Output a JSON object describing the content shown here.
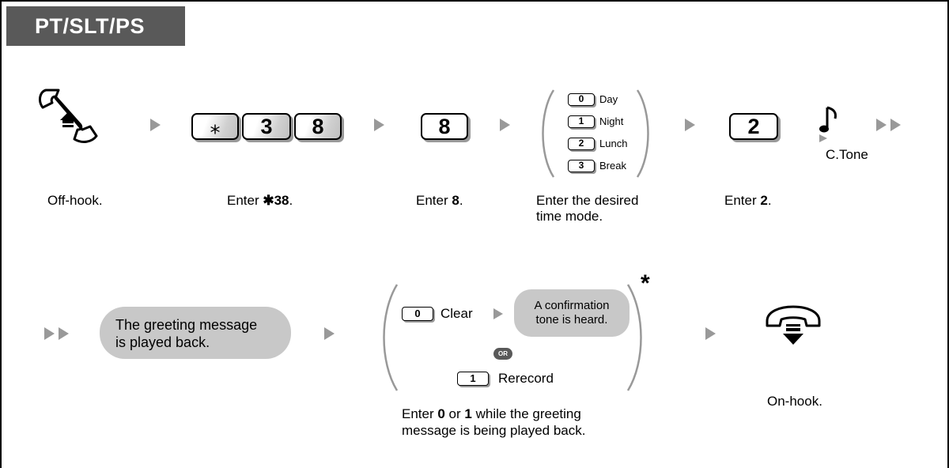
{
  "header": {
    "title": "PT/SLT/PS"
  },
  "row1": {
    "step1": {
      "caption": "Off-hook."
    },
    "step2": {
      "keys": [
        "⁎",
        "3",
        "8"
      ],
      "caption_prefix": "Enter ",
      "caption_bold": "✱38",
      "caption_suffix": "."
    },
    "step3": {
      "key": "8",
      "caption_prefix": "Enter ",
      "caption_bold": "8",
      "caption_suffix": "."
    },
    "step4": {
      "modes": [
        {
          "key": "0",
          "label": "Day"
        },
        {
          "key": "1",
          "label": "Night"
        },
        {
          "key": "2",
          "label": "Lunch"
        },
        {
          "key": "3",
          "label": "Break"
        }
      ],
      "caption_line1": "Enter the desired",
      "caption_line2": "time mode."
    },
    "step5": {
      "key": "2",
      "caption_prefix": "Enter ",
      "caption_bold": "2",
      "caption_suffix": "."
    },
    "tone": {
      "label": "C.Tone"
    }
  },
  "row2": {
    "pill": {
      "line1": "The greeting message",
      "line2": "is played back."
    },
    "options": {
      "clear_key": "0",
      "clear_label": "Clear",
      "confirm_line1": "A confirmation",
      "confirm_line2": "tone is heard.",
      "or_label": "OR",
      "rerecord_key": "1",
      "rerecord_label": "Rerecord",
      "asterisk": "*",
      "caption_line1_a": "Enter ",
      "caption_line1_b": "0",
      "caption_line1_c": " or ",
      "caption_line1_d": "1",
      "caption_line1_e": " while the greeting",
      "caption_line2": "message is being played back."
    },
    "onhook": {
      "caption": "On-hook."
    }
  },
  "colors": {
    "tab": "#595959",
    "pill": "#c8c8c8",
    "arrow": "#999999"
  }
}
